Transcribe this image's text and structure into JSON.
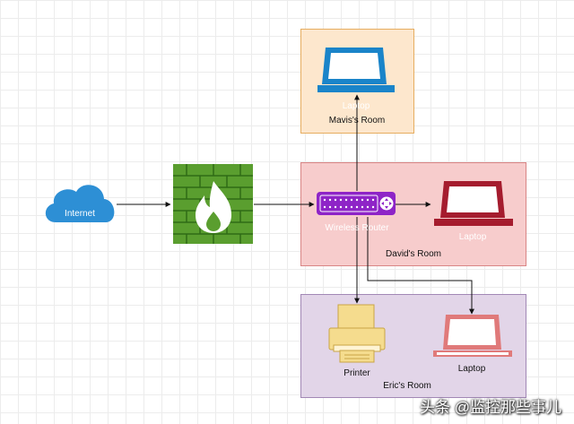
{
  "nodes": {
    "internet": "Internet",
    "laptop_mavis": "Laptop",
    "room_mavis": "Mavis's Room",
    "router": "Wireless Router",
    "laptop_david": "Laptop",
    "room_david": "David's Room",
    "printer": "Printer",
    "laptop_eric": "Laptop",
    "room_eric": "Eric's Room"
  },
  "colors": {
    "internet": "#2d8fd5",
    "firewall": "#5a9e2f",
    "router": "#8e24c7",
    "laptop_mavis": "#1a84c9",
    "laptop_david": "#a51c2e",
    "laptop_eric": "#e07a7a",
    "printer": "#f5dc8e"
  },
  "watermark": "头条 @监控那些事儿"
}
